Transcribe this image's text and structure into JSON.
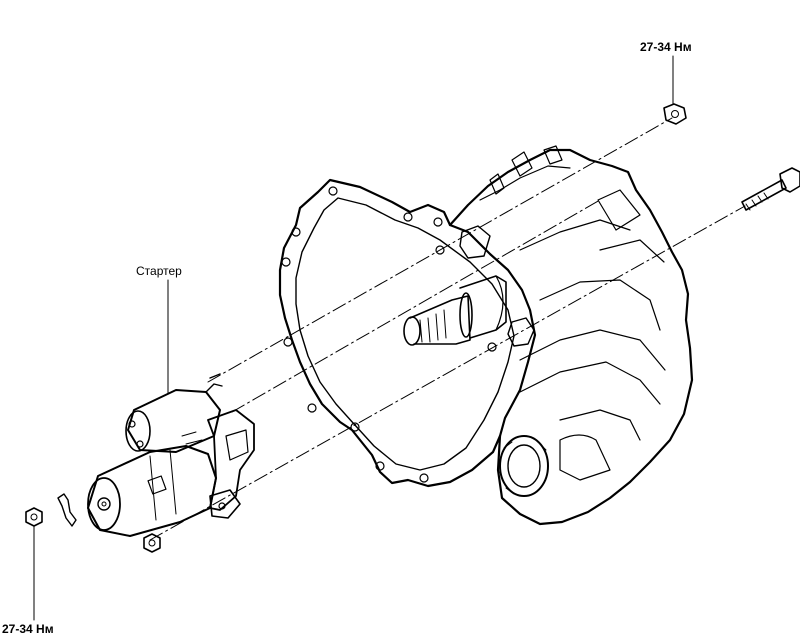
{
  "labels": {
    "torque_top": "27-34 Нм",
    "starter": "Стартер",
    "torque_bottom": "27-34 Нм"
  },
  "colors": {
    "ink": "#000000",
    "paper": "#ffffff"
  }
}
